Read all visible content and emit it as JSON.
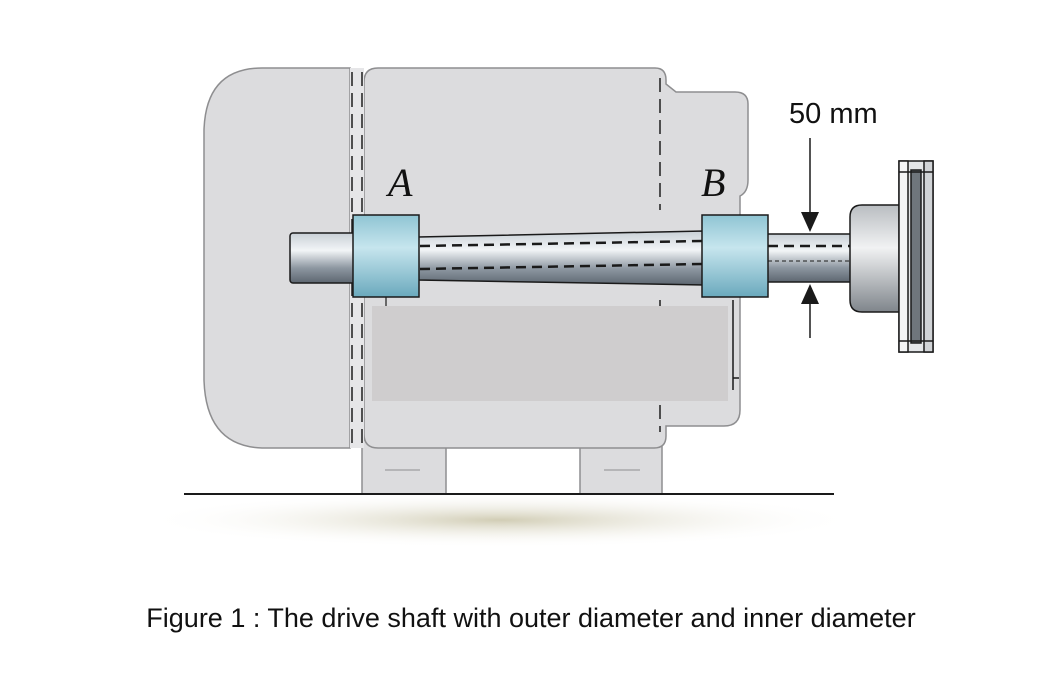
{
  "labels": {
    "bearing_a": "A",
    "bearing_b": "B",
    "dimension": "50 mm"
  },
  "caption": "Figure 1 : The drive shaft with outer diameter and inner diameter",
  "colors": {
    "housing": "#dcdcde",
    "housing_stroke": "#8e8e90",
    "panel": "#cfcdce",
    "bearing": "#a6d3df",
    "shaft": "#9aa3ac",
    "outline": "#1a1a1a"
  }
}
